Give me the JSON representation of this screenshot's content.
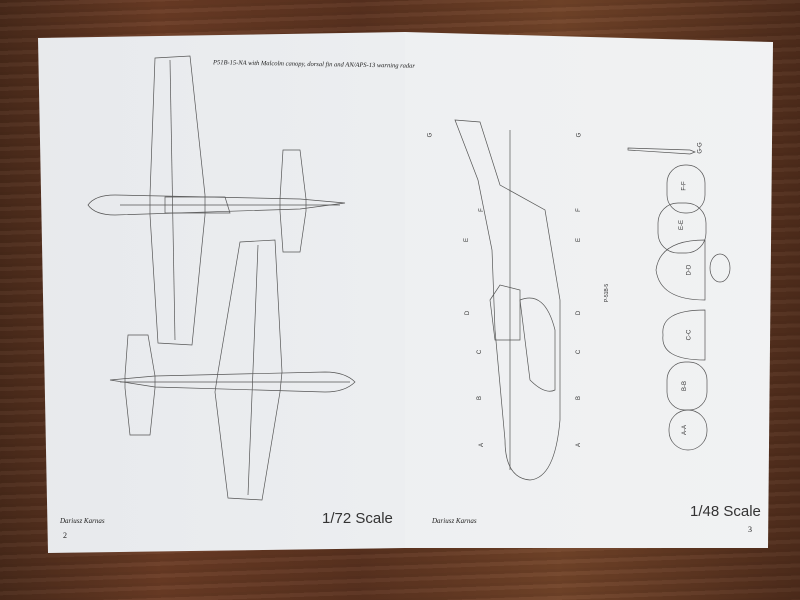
{
  "left_page": {
    "caption": "P51B-15-NA with Malcolm canopy, dorsal fin and AN/APS-13 warning radar",
    "author": "Dariusz Karnas",
    "scale": "1/72 Scale",
    "page_number": "2"
  },
  "right_page": {
    "model_label": "P-51B-5",
    "author": "Dariusz Karnas",
    "scale": "1/48 Scale",
    "page_number": "3",
    "section_markers": [
      "G",
      "F",
      "E",
      "D",
      "C",
      "B",
      "A"
    ],
    "sections": [
      "G-G",
      "F-F",
      "E-E",
      "D-D",
      "C-C",
      "B-B",
      "A-A"
    ]
  }
}
